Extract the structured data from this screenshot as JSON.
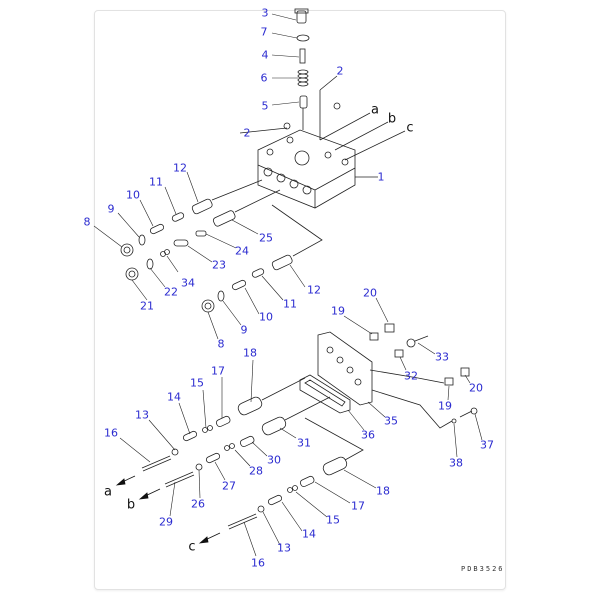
{
  "diagram": {
    "code": "PDB3526",
    "labels": [
      "3",
      "7",
      "4",
      "6",
      "5",
      "2",
      "2",
      "a",
      "b",
      "c",
      "1",
      "12",
      "11",
      "10",
      "9",
      "8",
      "25",
      "24",
      "23",
      "34",
      "22",
      "21",
      "12",
      "11",
      "10",
      "9",
      "8",
      "20",
      "19",
      "33",
      "32",
      "20",
      "19",
      "35",
      "36",
      "37",
      "38",
      "18",
      "17",
      "15",
      "14",
      "13",
      "16",
      "31",
      "30",
      "28",
      "27",
      "26",
      "29",
      "18",
      "17",
      "15",
      "14",
      "13",
      "16",
      "a",
      "b",
      "c"
    ]
  }
}
